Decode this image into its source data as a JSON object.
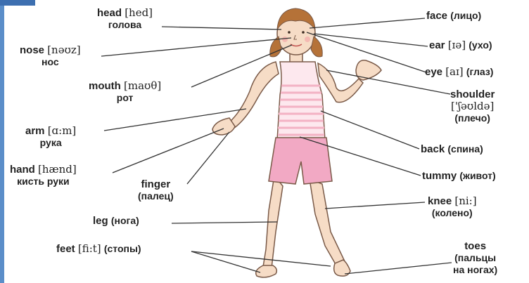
{
  "colors": {
    "skin": "#f6dcc6",
    "hair": "#b57238",
    "shorts": "#f2a9c4",
    "shirt_stripe": "#f3b2c4",
    "outline": "#7a5a48",
    "accent": "#5b8ec9"
  },
  "labels": {
    "head": {
      "en": "head",
      "ipa": "[hed]",
      "ru": "голова"
    },
    "nose": {
      "en": "nose",
      "ipa": "[nəʊz]",
      "ru": "нос"
    },
    "mouth": {
      "en": "mouth",
      "ipa": "[maʊθ]",
      "ru": "рот"
    },
    "arm": {
      "en": "arm",
      "ipa": "[ɑ:m]",
      "ru": "рука"
    },
    "hand": {
      "en": "hand",
      "ipa": "[hænd]",
      "ru": "кисть руки"
    },
    "finger": {
      "en": "finger",
      "ru": "(палец)"
    },
    "leg": {
      "en": "leg",
      "ru": "(нога)"
    },
    "feet": {
      "en": "feet",
      "ipa": "[fi:t]",
      "ru": "(стопы)"
    },
    "face": {
      "en": "face",
      "ru": "(лицо)"
    },
    "ear": {
      "en": "ear",
      "ipa": "[ɪə]",
      "ru": "(ухо)"
    },
    "eye": {
      "en": "eye",
      "ipa": "[aɪ]",
      "ru": "(глаз)"
    },
    "shoulder": {
      "en": "shoulder",
      "ipa": "['ʃəʊldə]",
      "ru": "(плечо)"
    },
    "back": {
      "en": "back",
      "ru": "(спина)"
    },
    "tummy": {
      "en": "tummy",
      "ru": "(живот)"
    },
    "knee": {
      "en": "knee",
      "ipa": "[ni:]",
      "ru": "(колено)"
    },
    "toes": {
      "en": "toes",
      "ru1": "(пальцы",
      "ru2": "на ногах)"
    }
  }
}
